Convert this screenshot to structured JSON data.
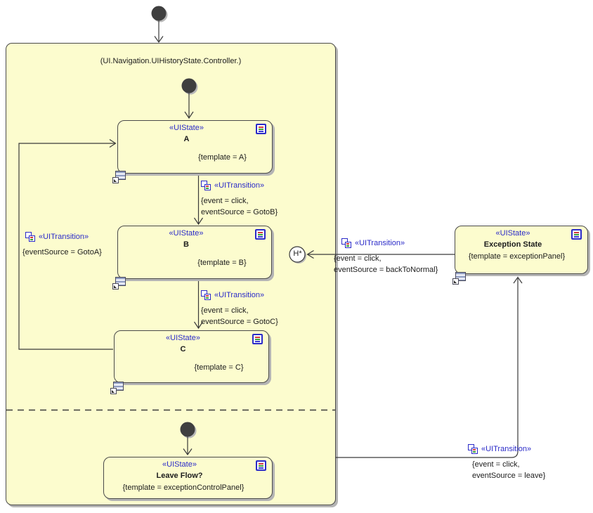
{
  "container": {
    "title": "(UI.Navigation.UIHistoryState.Controller.)"
  },
  "stereotypes": {
    "state": "«UIState»",
    "transition": "«UITransition»"
  },
  "history_node": {
    "label": "H*"
  },
  "states": {
    "a": {
      "name": "A",
      "template": "{template = A}"
    },
    "b": {
      "name": "B",
      "template": "{template = B}"
    },
    "c": {
      "name": "C",
      "template": "{template = C}"
    },
    "exception": {
      "name": "Exception State",
      "template": "{template = exceptionPanel}"
    },
    "leave": {
      "name": "Leave Flow?",
      "template": "{template = exceptionControlPanel}"
    }
  },
  "transitions": {
    "a_to_b": {
      "line1": "{event = click,",
      "line2": "eventSource = GotoB}"
    },
    "b_to_c": {
      "line1": "{event = click,",
      "line2": "eventSource = GotoC}"
    },
    "c_to_a": {
      "line1": "{eventSource = GotoA}"
    },
    "exception_to_history": {
      "line1": "{event = click,",
      "line2": "eventSource = backToNormal}"
    },
    "flow_to_exception": {
      "line1": "{event = click,",
      "line2": "eventSource = leave}"
    }
  },
  "colors": {
    "node_fill": "#FCFCCE",
    "node_border": "#4A4A4A",
    "shadow": "#B4B4B4",
    "stereotype_text": "#2B2BC8",
    "text": "#1C1C1C",
    "line": "#3A3A3A",
    "background": "#FFFFFF"
  }
}
